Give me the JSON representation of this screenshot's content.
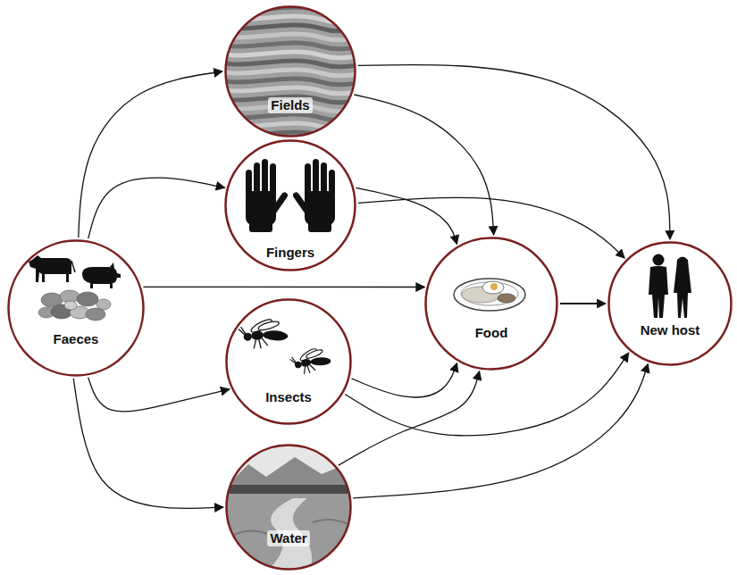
{
  "diagram": {
    "nodes": [
      {
        "text": [
          "Faeces"
        ]
      },
      {
        "text": [
          "Fields"
        ]
      },
      {
        "text": [
          "Fingers"
        ]
      },
      {
        "text": [
          "Insects"
        ]
      },
      {
        "text": [
          "Water"
        ]
      },
      {
        "text": [
          "Food"
        ]
      },
      {
        "text": [
          "New host"
        ]
      }
    ],
    "edges": [
      {
        "from": 0,
        "to": 1,
        "arrow": "to"
      },
      {
        "from": 0,
        "to": 2,
        "arrow": "to"
      },
      {
        "from": 0,
        "to": 5,
        "arrow": "to"
      },
      {
        "from": 0,
        "to": 3,
        "arrow": "to"
      },
      {
        "from": 0,
        "to": 4,
        "arrow": "to"
      },
      {
        "from": 1,
        "to": 5,
        "arrow": "to"
      },
      {
        "from": 1,
        "to": 6,
        "arrow": "to"
      },
      {
        "from": 2,
        "to": 5,
        "arrow": "to"
      },
      {
        "from": 2,
        "to": 6,
        "arrow": "to"
      },
      {
        "from": 3,
        "to": 5,
        "arrow": "to"
      },
      {
        "from": 3,
        "to": 6,
        "arrow": "to"
      },
      {
        "from": 4,
        "to": 5,
        "arrow": "to"
      },
      {
        "from": 4,
        "to": 6,
        "arrow": "to"
      },
      {
        "from": 5,
        "to": 6,
        "arrow": "to"
      }
    ]
  }
}
